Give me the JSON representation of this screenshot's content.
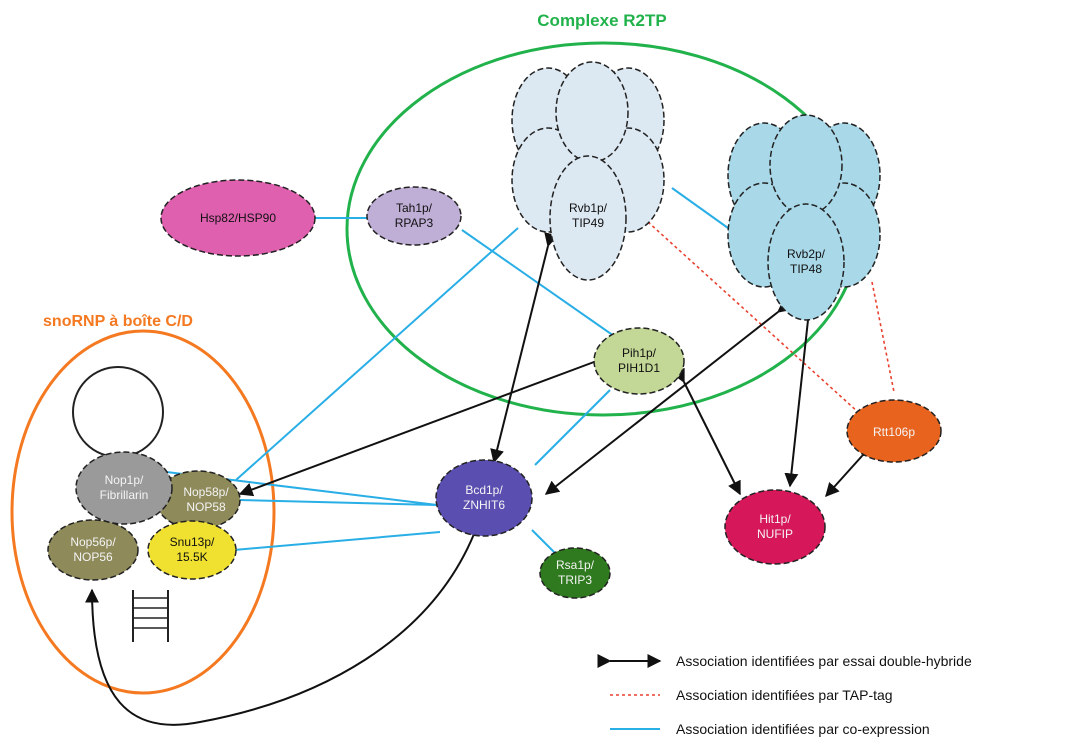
{
  "colors": {
    "r2tp_outline": "#22b24c",
    "snornp_outline": "#f47920",
    "blue_link": "#29aee6",
    "red_link": "#e8412f",
    "black_link": "#111111",
    "hsp90": "#e060b0",
    "tah1": "#bfaed6",
    "rvb1": "#dce8f2",
    "rvb2": "#a9d8e8",
    "pih1": "#c3d796",
    "nop58": "#8e8a5a",
    "nop56": "#8e8a5a",
    "snu13": "#f0e130",
    "nop1": "#9a9a9a",
    "rsa1": "#2f7a1e",
    "bcd1": "#5a4fb0",
    "rtt106": "#e8641e",
    "red_node": "#d6185a"
  },
  "titles": {
    "r2tp": "Complexe R2TP",
    "snornp": "snoRNP à boîte C/D"
  },
  "nodes": {
    "hsp90": {
      "line1": "Hsp82/HSP90",
      "line2": ""
    },
    "tah1": {
      "line1": "Tah1p/",
      "line2": "RPAP3"
    },
    "rvb1": {
      "line1": "Rvb1p/",
      "line2": "TIP49"
    },
    "rvb2": {
      "line1": "Rvb2p/",
      "line2": "TIP48"
    },
    "pih1": {
      "line1": "Pih1p/",
      "line2": "PIH1D1"
    },
    "nop1": {
      "line1": "Nop1p/",
      "line2": "Fibrillarin"
    },
    "nop58": {
      "line1": "Nop58p/",
      "line2": "NOP58"
    },
    "nop56": {
      "line1": "Nop56p/",
      "line2": "NOP56"
    },
    "snu13": {
      "line1": "Snu13p/",
      "line2": "15.5K"
    },
    "bcd1": {
      "line1": "Bcd1p/",
      "line2": "ZNHIT6"
    },
    "rsa1": {
      "line1": "Rsa1p/",
      "line2": "TRIP3"
    },
    "hit1": {
      "line1": "Hit1p/",
      "line2": "NUFIP"
    },
    "rtt106": {
      "line1": "Rtt106p",
      "line2": ""
    }
  },
  "legend": {
    "double_hybrid": "Association identifiées par essai double-hybride",
    "tap_tag": "Association identifiées par TAP-tag",
    "coexpression": "Association identifiées par co-expression"
  }
}
